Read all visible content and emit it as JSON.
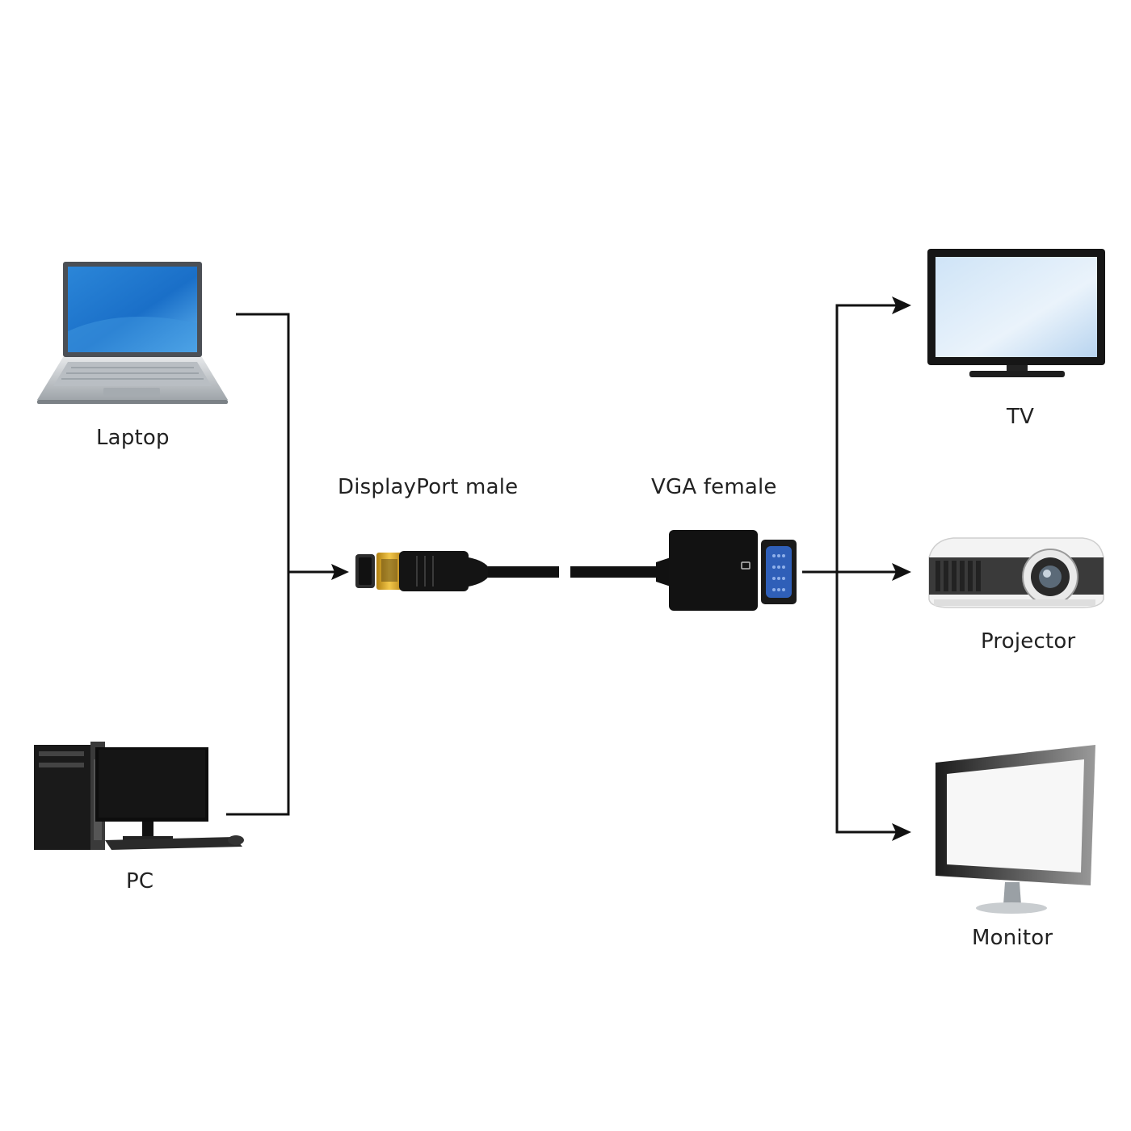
{
  "sources": [
    {
      "label": "Laptop",
      "icon": "laptop-icon"
    },
    {
      "label": "PC",
      "icon": "desktop-pc-icon"
    }
  ],
  "adapter": {
    "input_label": "DisplayPort male",
    "output_label": "VGA female",
    "input_icon": "displayport-plug-icon",
    "output_icon": "vga-adapter-icon"
  },
  "outputs": [
    {
      "label": "TV",
      "icon": "tv-icon"
    },
    {
      "label": "Projector",
      "icon": "projector-icon"
    },
    {
      "label": "Monitor",
      "icon": "monitor-icon"
    }
  ],
  "colors": {
    "line": "#111111",
    "screen_blue": "#1a6fc8",
    "vga_port_blue": "#2f5fb8",
    "dp_gold": "#d9a520"
  }
}
